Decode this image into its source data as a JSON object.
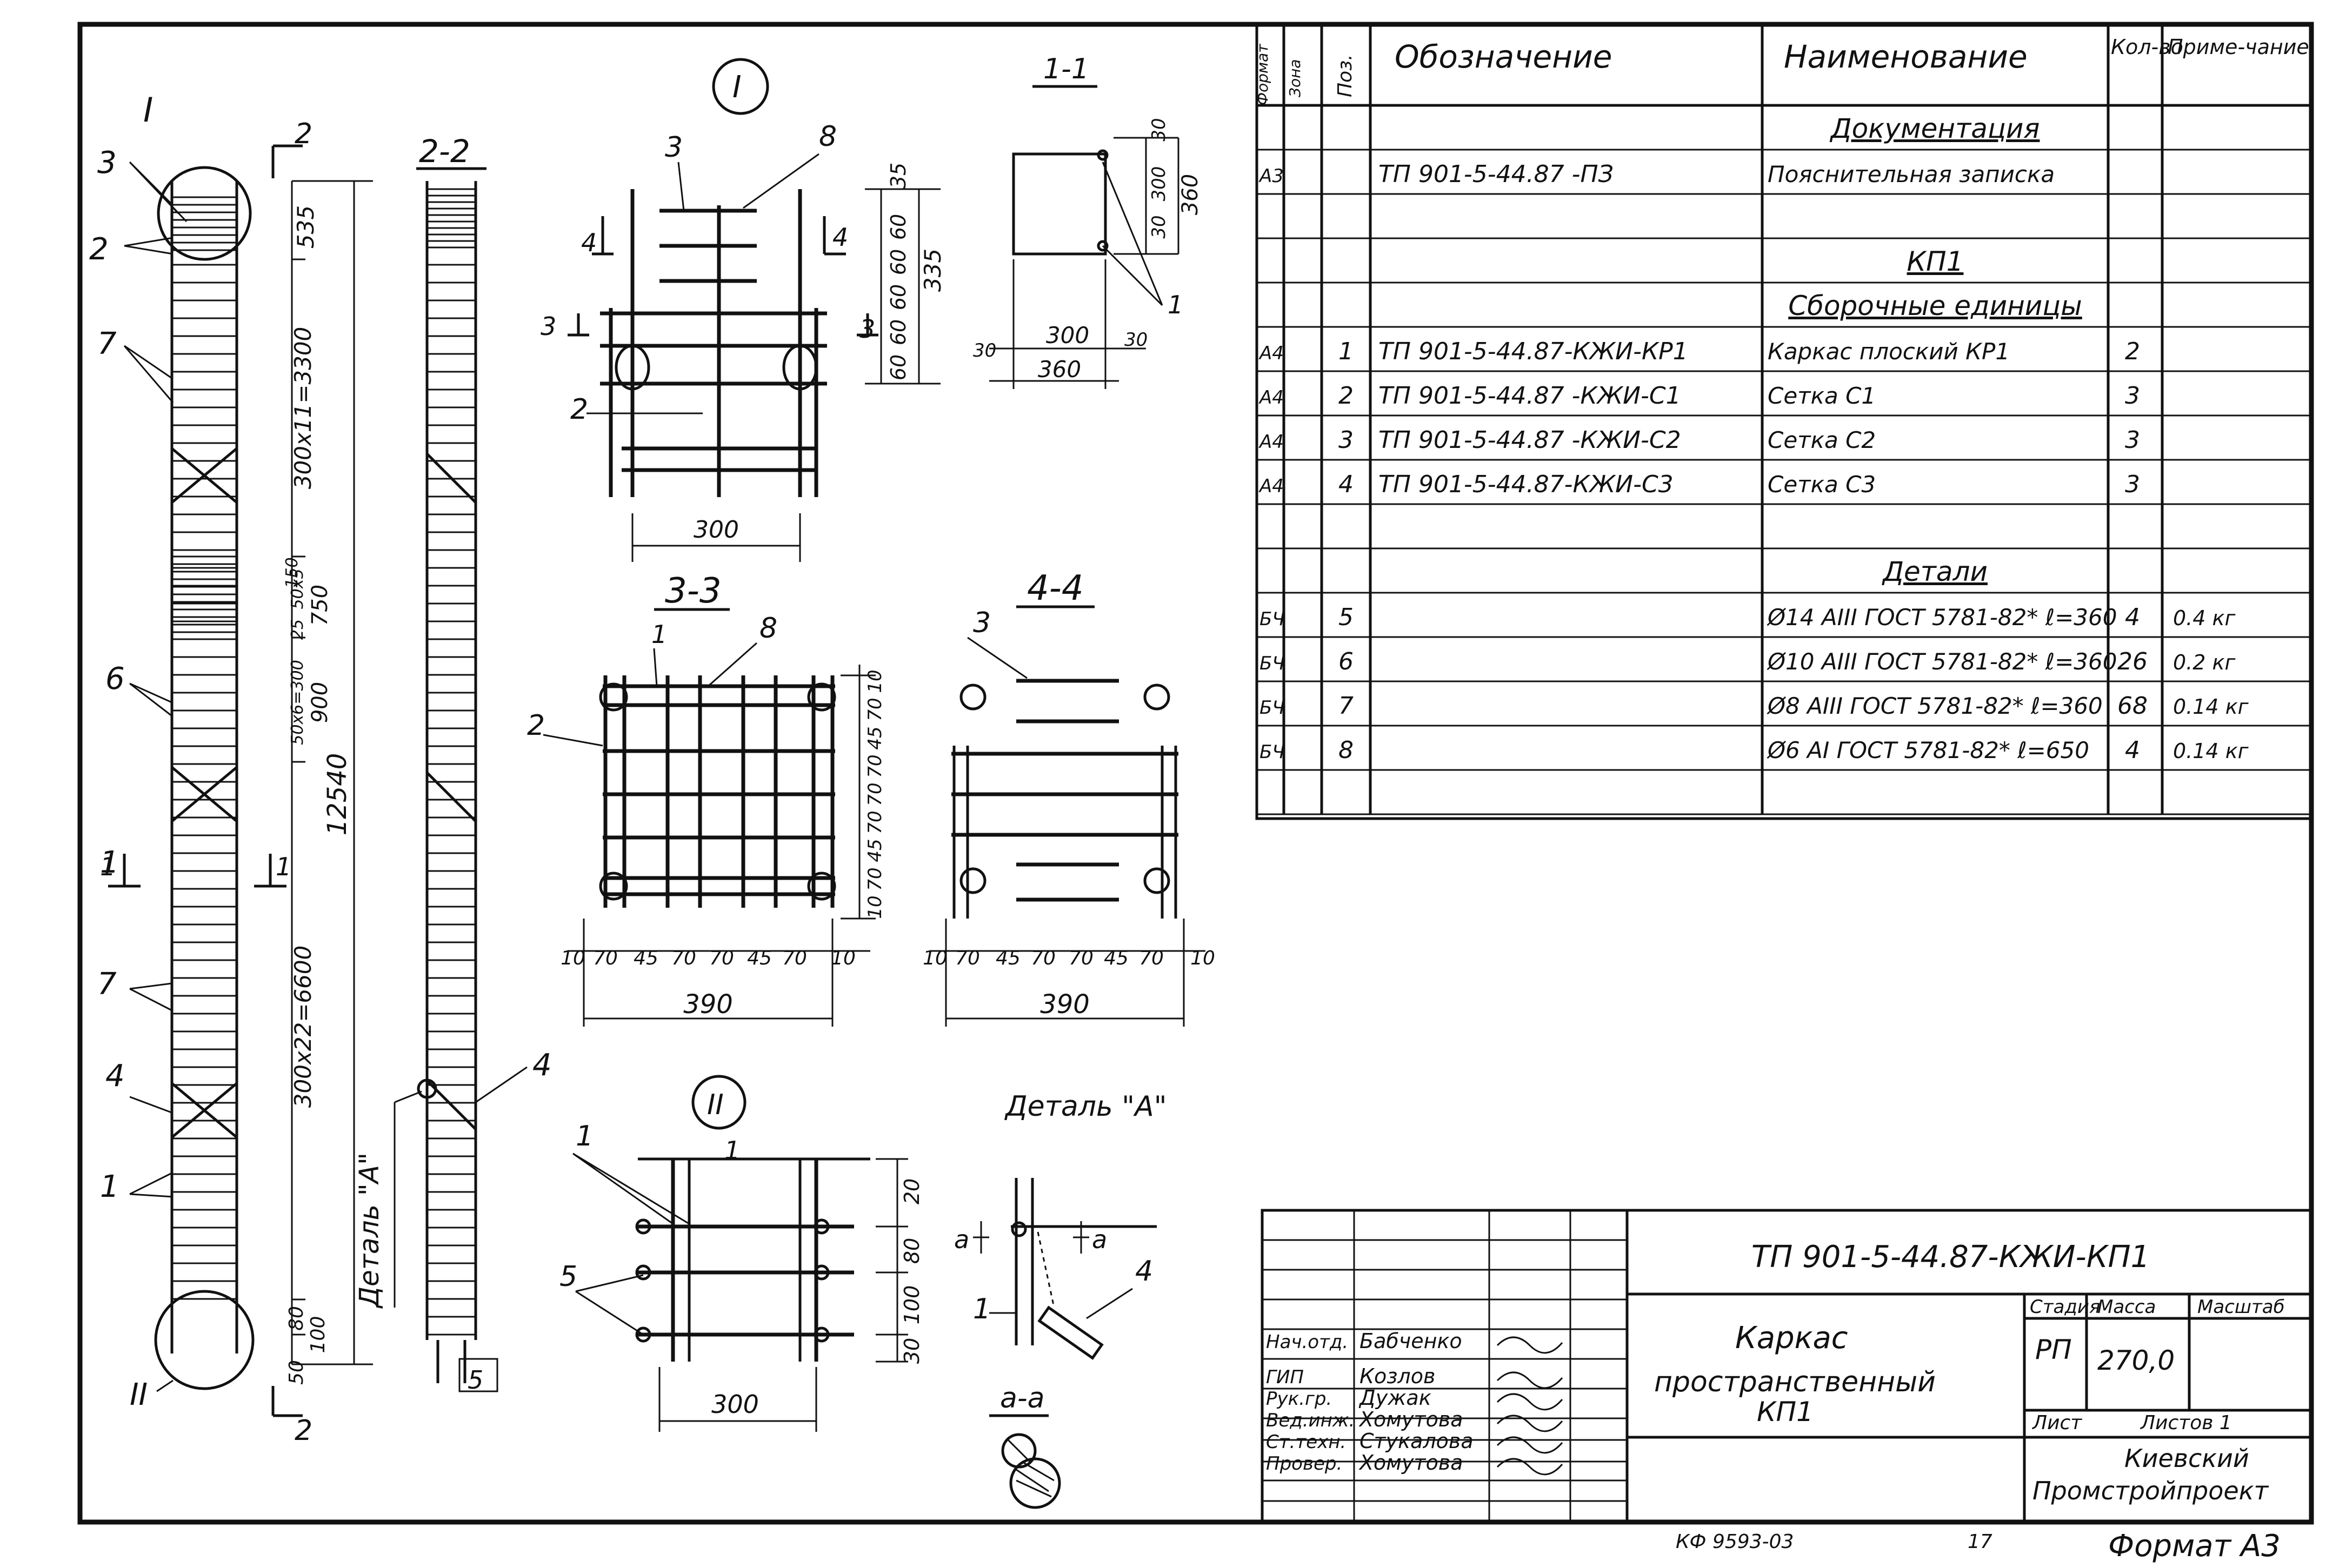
{
  "drawing": {
    "column": {
      "callouts": [
        "I",
        "3",
        "2",
        "7",
        "6",
        "1",
        "7",
        "4",
        "1",
        "II"
      ],
      "cut_marks": {
        "top": "2",
        "mid_left": "1",
        "mid_right": "1",
        "bottom": "2"
      },
      "dims": [
        "535",
        "300x11=3300",
        "50x5",
        "25",
        "150",
        "750",
        "50x6=300",
        "900",
        "12540",
        "300x22=6600",
        "80",
        "100",
        "50"
      ]
    },
    "section_2_2": {
      "title": "2-2",
      "detail_label": "Деталь \"А\"",
      "pos_4": "4",
      "pos_5": "5"
    },
    "node_I": {
      "title": "I",
      "labels": [
        "3",
        "8",
        "4",
        "4",
        "3",
        "3",
        "2"
      ],
      "dims": [
        "35",
        "60",
        "60",
        "60",
        "60",
        "335",
        "60",
        "300"
      ]
    },
    "section_1_1": {
      "title": "1-1",
      "dims": [
        "30",
        "300",
        "360",
        "30",
        "300",
        "30",
        "360",
        "30"
      ],
      "label": "1"
    },
    "section_3_3": {
      "title": "3-3",
      "labels": [
        "1",
        "8",
        "2"
      ],
      "dims_right": [
        "10",
        "70",
        "45",
        "70",
        "70",
        "70",
        "45",
        "70",
        "10"
      ],
      "dims_bottom": [
        "10",
        "70",
        "45",
        "70",
        "70",
        "45",
        "70",
        "10"
      ],
      "total": "390"
    },
    "section_4_4": {
      "title": "4-4",
      "label": "3",
      "dims_bottom": [
        "10",
        "70",
        "45",
        "70",
        "70",
        "45",
        "70",
        "10"
      ],
      "total": "390"
    },
    "node_II": {
      "title": "II",
      "labels": [
        "1",
        "1",
        "5"
      ],
      "dims": [
        "20",
        "80",
        "100",
        "30"
      ],
      "width": "300"
    },
    "detail_A": {
      "title": "Деталь \"А\"",
      "labels": [
        "a",
        "a",
        "1",
        "4"
      ],
      "section": "a-a"
    }
  },
  "spec_table": {
    "headers": {
      "format": "Формат",
      "zone": "Зона",
      "pos": "Поз.",
      "designation": "Обозначение",
      "name": "Наименование",
      "qty": "Кол-во",
      "note": "Приме-чание"
    },
    "rows": [
      {
        "format": "",
        "zone": "",
        "pos": "",
        "designation": "",
        "name": "Документация",
        "qty": "",
        "note": "",
        "heading": true
      },
      {
        "format": "А3",
        "zone": "",
        "pos": "",
        "designation": "ТП 901-5-44.87 -ПЗ",
        "name": "Пояснительная записка",
        "qty": "",
        "note": ""
      },
      {
        "format": "",
        "zone": "",
        "pos": "",
        "designation": "",
        "name": "",
        "qty": "",
        "note": ""
      },
      {
        "format": "",
        "zone": "",
        "pos": "",
        "designation": "",
        "name": "КП1",
        "qty": "",
        "note": "",
        "heading": true
      },
      {
        "format": "",
        "zone": "",
        "pos": "",
        "designation": "",
        "name": "Сборочные единицы",
        "qty": "",
        "note": "",
        "heading": true
      },
      {
        "format": "А4",
        "zone": "",
        "pos": "1",
        "designation": "ТП 901-5-44.87-КЖИ-КР1",
        "name": "Каркас плоский КР1",
        "qty": "2",
        "note": ""
      },
      {
        "format": "А4",
        "zone": "",
        "pos": "2",
        "designation": "ТП 901-5-44.87 -КЖИ-С1",
        "name": "Сетка С1",
        "qty": "3",
        "note": ""
      },
      {
        "format": "А4",
        "zone": "",
        "pos": "3",
        "designation": "ТП 901-5-44.87 -КЖИ-С2",
        "name": "Сетка С2",
        "qty": "3",
        "note": ""
      },
      {
        "format": "А4",
        "zone": "",
        "pos": "4",
        "designation": "ТП 901-5-44.87-КЖИ-С3",
        "name": "Сетка С3",
        "qty": "3",
        "note": ""
      },
      {
        "format": "",
        "zone": "",
        "pos": "",
        "designation": "",
        "name": "",
        "qty": "",
        "note": ""
      },
      {
        "format": "",
        "zone": "",
        "pos": "",
        "designation": "",
        "name": "Детали",
        "qty": "",
        "note": "",
        "heading": true
      },
      {
        "format": "БЧ",
        "zone": "",
        "pos": "5",
        "designation": "",
        "name": "Ø14 АIII ГОСТ 5781-82* ℓ=360",
        "qty": "4",
        "note": "0.4 кг"
      },
      {
        "format": "БЧ",
        "zone": "",
        "pos": "6",
        "designation": "",
        "name": "Ø10 АIII ГОСТ 5781-82* ℓ=360",
        "qty": "26",
        "note": "0.2 кг"
      },
      {
        "format": "БЧ",
        "zone": "",
        "pos": "7",
        "designation": "",
        "name": "Ø8 АIII ГОСТ 5781-82* ℓ=360",
        "qty": "68",
        "note": "0.14 кг"
      },
      {
        "format": "БЧ",
        "zone": "",
        "pos": "8",
        "designation": "",
        "name": "Ø6 АI ГОСТ 5781-82* ℓ=650",
        "qty": "4",
        "note": "0.14 кг"
      },
      {
        "format": "",
        "zone": "",
        "pos": "",
        "designation": "",
        "name": "",
        "qty": "",
        "note": ""
      }
    ]
  },
  "title_block": {
    "code": "ТП 901-5-44.87-КЖИ-КП1",
    "title_line1": "Каркас",
    "title_line2": "пространственный",
    "title_line3": "КП1",
    "stage_label": "Стадия",
    "mass_label": "Масса",
    "scale_label": "Масштаб",
    "stage": "РП",
    "mass": "270,0",
    "sheet_label": "Лист",
    "sheets_label": "Листов 1",
    "org_line1": "Киевский",
    "org_line2": "Промстройпроект",
    "staff": [
      {
        "role": "Нач.отд.",
        "name": "Бабченко"
      },
      {
        "role": "ГИП",
        "name": "Козлов"
      },
      {
        "role": "Рук.гр.",
        "name": "Дужак"
      },
      {
        "role": "Вед.инж.",
        "name": "Хомутова"
      },
      {
        "role": "Ст.техн.",
        "name": "Стукалова"
      },
      {
        "role": "Провер.",
        "name": "Хомутова"
      }
    ]
  },
  "footer": {
    "archive": "КФ 9593-03",
    "sheet_no": "17",
    "format": "Формат А3"
  }
}
